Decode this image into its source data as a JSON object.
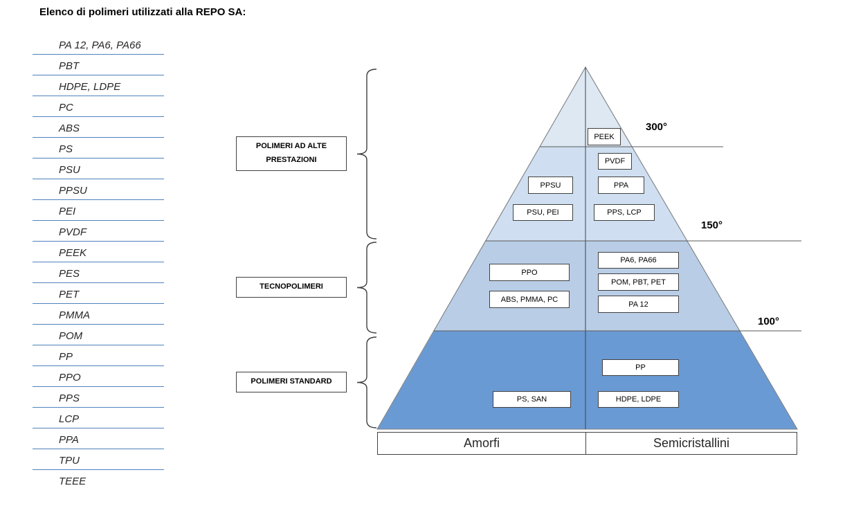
{
  "title": "Elenco di polimeri utilizzati alla REPO SA:",
  "polymer_list": [
    "PA 12, PA6, PA66",
    "PBT",
    "HDPE, LDPE",
    "PC",
    "ABS",
    "PS",
    "PSU",
    "PPSU",
    "PEI",
    "PVDF",
    "PEEK",
    "PES",
    "PET",
    "PMMA",
    "POM",
    "PP",
    "PPO",
    "PPS",
    "LCP",
    "PPA",
    "TPU",
    "TEEE"
  ],
  "pyramid": {
    "group_labels": [
      "POLIMERI AD ALTE PRESTAZIONI",
      "TECNOPOLIMERI",
      "POLIMERI STANDARD"
    ],
    "temperatures": [
      "300°",
      "150°",
      "100°"
    ],
    "boxes": {
      "peek": "PEEK",
      "pvdf": "PVDF",
      "ppsu": "PPSU",
      "ppa": "PPA",
      "psu_pei": "PSU, PEI",
      "pps_lcp": "PPS, LCP",
      "ppo": "PPO",
      "pa6_pa66": "PA6, PA66",
      "pom_pbt_pet": "POM, PBT, PET",
      "abs_pmma_pc": "ABS, PMMA, PC",
      "pa12": "PA 12",
      "pp": "PP",
      "ps_san": "PS, SAN",
      "hdpe_ldpe": "HDPE, LDPE"
    },
    "base_labels": [
      "Amorfi",
      "Semicristallini"
    ],
    "colors": {
      "tier_top": "#dde8f3",
      "tier_high": "#cfdff1",
      "tier_mid": "#b9cde6",
      "tier_std": "#6a9ad4"
    }
  }
}
